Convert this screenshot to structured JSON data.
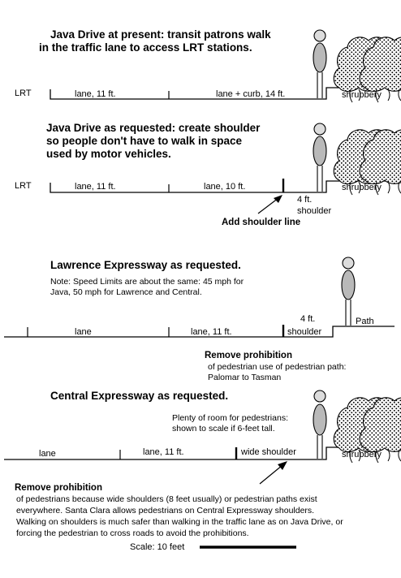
{
  "sections": {
    "java_present": {
      "heading_line1": "Java Drive at present: transit patrons walk",
      "heading_line2": "in the traffic lane to access LRT stations.",
      "lrt_label": "LRT",
      "lane1": "lane, 11 ft.",
      "lane2": "lane + curb, 14 ft.",
      "shrubbery": "shrubbery"
    },
    "java_requested": {
      "heading_line1": "Java Drive as requested: create shoulder",
      "heading_line2": "so people don't have to walk in space",
      "heading_line3": "used by motor vehicles.",
      "lrt_label": "LRT",
      "lane1": "lane, 11 ft.",
      "lane2": "lane, 10 ft.",
      "shoulder_width": "4 ft.",
      "shoulder_word": "shoulder",
      "shrubbery": "shrubbery",
      "callout": "Add shoulder line"
    },
    "lawrence": {
      "heading": "Lawrence Expressway as requested.",
      "note_line1": "Note: Speed Limits are about the same: 45 mph for",
      "note_line2": "Java, 50 mph for Lawrence and Central.",
      "lane1": "lane",
      "lane2": "lane, 11 ft.",
      "shoulder_width": "4 ft.",
      "shoulder_word": "shoulder",
      "path": "Path",
      "callout_bold": "Remove prohibition",
      "callout_line2": "of pedestrian use of pedestrian path:",
      "callout_line3": "Palomar to Tasman"
    },
    "central": {
      "heading": "Central Expressway as requested.",
      "note_line1": "Plenty of room for pedestrians:",
      "note_line2": "shown to scale if 6-feet tall.",
      "lane1": "lane",
      "lane2": "lane, 11 ft.",
      "shoulder": "wide shoulder",
      "shrubbery": "shrubbery"
    }
  },
  "footer": {
    "bold": "Remove prohibition",
    "line1": "of pedestrians because wide shoulders (8 feet usually) or pedestrian paths exist",
    "line2": "everywhere.  Santa Clara allows pedestrians on Central Expressway shoulders.",
    "line3": "Walking on shoulders is much safer than walking in the traffic lane as on Java Drive, or",
    "line4": "forcing the pedestrian to cross roads to avoid the prohibitions.",
    "scale_label": "Scale: 10 feet"
  },
  "icons": {
    "pedestrian": "pedestrian-icon",
    "shrub": "shrub-icon",
    "arrow": "arrow-icon"
  },
  "colors": {
    "pedestrian_fill": "#b9b9b9",
    "line": "#000000",
    "background": "#ffffff"
  }
}
